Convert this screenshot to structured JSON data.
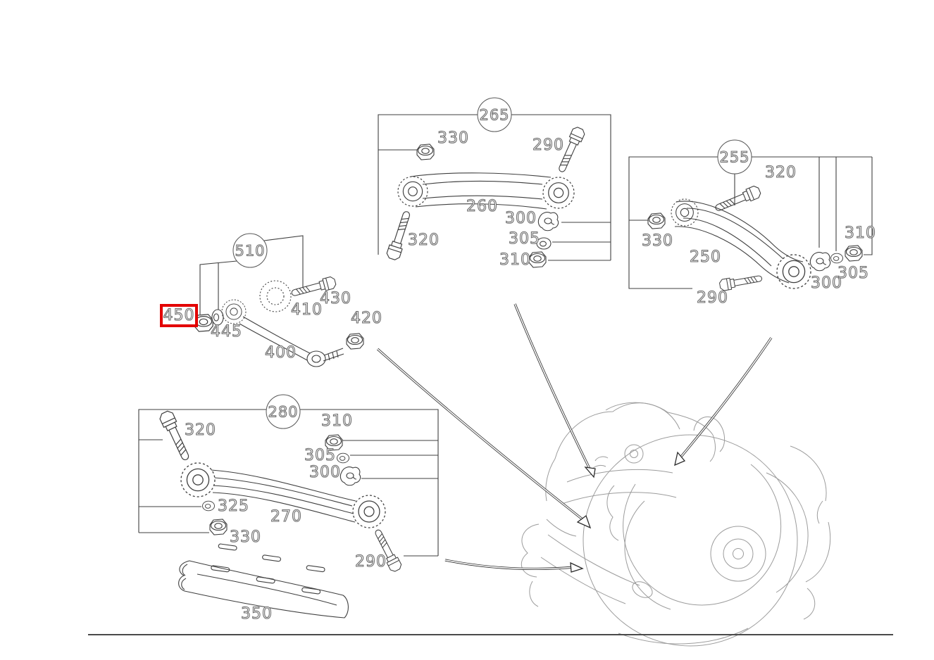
{
  "diagram": {
    "kind": "exploded-parts-diagram",
    "subject": "rear axle control arms and struts",
    "highlighted_part_number": "450",
    "highlight_color": "#e30000",
    "line_color": "#3f3f3f",
    "faint_color": "#9c9c9c",
    "label_color": "#6e6e6e"
  },
  "callouts": {
    "c265": "265",
    "c255": "255",
    "c510": "510",
    "c280": "280"
  },
  "labels": {
    "g265_330": "330",
    "g265_290": "290",
    "g265_260": "260",
    "g265_320": "320",
    "g265_300": "300",
    "g265_305": "305",
    "g265_310": "310",
    "g255_320": "320",
    "g255_330": "330",
    "g255_250": "250",
    "g255_290": "290",
    "g255_300": "300",
    "g255_305": "305",
    "g255_310": "310",
    "g510_450": "450",
    "g510_445": "445",
    "g510_410": "410",
    "g510_430": "430",
    "g510_420": "420",
    "g510_400": "400",
    "g280_320": "320",
    "g280_310": "310",
    "g280_305": "305",
    "g280_300": "300",
    "g280_325": "325",
    "g280_270": "270",
    "g280_330": "330",
    "g280_290": "290",
    "p350": "350"
  }
}
